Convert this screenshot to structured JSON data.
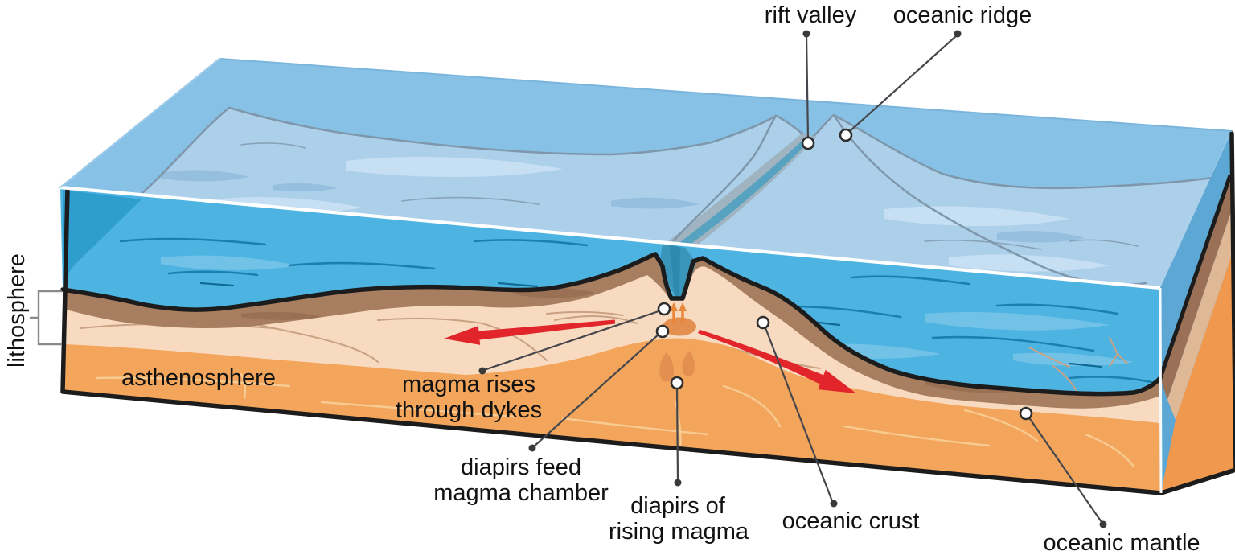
{
  "figure": {
    "type": "diagram",
    "subject": "mid-ocean ridge seafloor spreading block diagram"
  },
  "labels": {
    "rift_valley": "rift valley",
    "oceanic_ridge": "oceanic ridge",
    "lithosphere": "lithosphere",
    "asthenosphere": "asthenosphere",
    "magma_rises_line1": "magma rises",
    "magma_rises_line2": "through dykes",
    "diapirs_feed_line1": "diapirs feed",
    "diapirs_feed_line2": "magma chamber",
    "diapirs_rising_line1": "diapirs of",
    "diapirs_rising_line2": "rising magma",
    "oceanic_crust": "oceanic crust",
    "oceanic_mantle": "oceanic mantle"
  },
  "palette": {
    "sea_surface": "#87c1e5",
    "ridge_terrain": "#acd0ea",
    "terrain_highlight": "#c6dff2",
    "terrain_shadow": "#96bedf",
    "terrain_outline": "#7e97ab",
    "rift_gully": "#9fb3c0",
    "rift_water": "#57a2c0",
    "ocean_front": "#4db3e1",
    "ocean_deep": "#2e9ecf",
    "right_face_water": "#5ca7d3",
    "crust_brown": "#a87e60",
    "mantle_lid_peach": "#f7dac0",
    "asthenosphere_orange": "#f2a55b",
    "magma_orange": "#e28f4f",
    "dyke_arrow_orange": "#e8863a",
    "arrow_red": "#e2252b",
    "outline_black": "#1c1c1c",
    "leader_gray": "#45474c",
    "text_color": "#121212"
  }
}
